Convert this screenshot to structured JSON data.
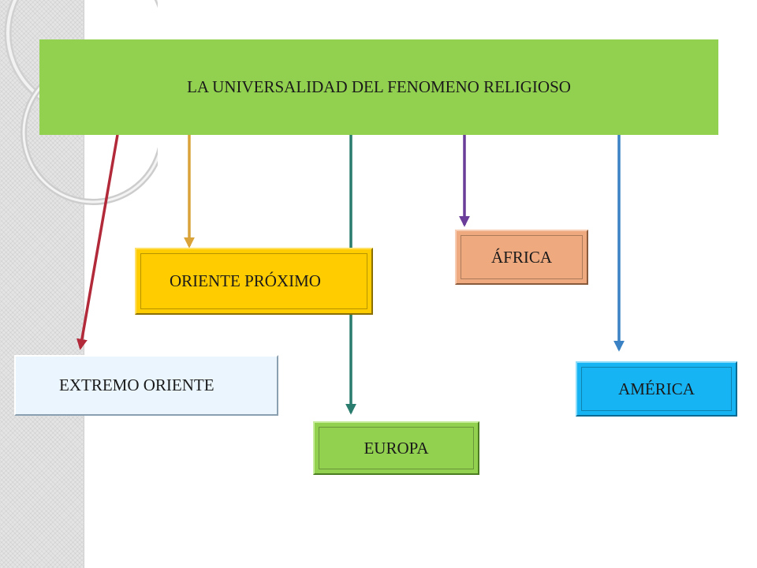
{
  "diagram": {
    "title": "LA UNIVERSALIDAD DEL FENOMENO RELIGIOSO",
    "nodes": {
      "oriente_proximo": "ORIENTE PRÓXIMO",
      "africa": "ÁFRICA",
      "extremo_oriente": "EXTREMO ORIENTE",
      "europa": "EUROPA",
      "america": "AMÉRICA"
    },
    "colors": {
      "title": "#92d050",
      "oriente_proximo": "#ffcc00",
      "africa": "#eea97f",
      "extremo_oriente": "#eaf5fd",
      "europa": "#92d050",
      "america": "#16b4f2",
      "arrow_extremo_oriente": "#b22a3a",
      "arrow_oriente_proximo": "#d9a33a",
      "arrow_europa": "#2a7d6e",
      "arrow_africa": "#6a3d9a",
      "arrow_america": "#3a82c4"
    }
  }
}
